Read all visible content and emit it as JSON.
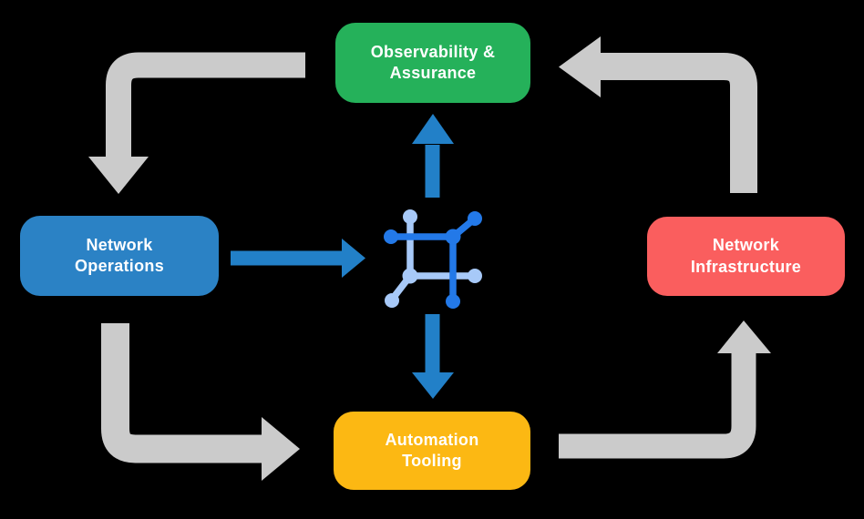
{
  "diagram": {
    "nodes": {
      "observability": {
        "label": "Observability &\nAssurance",
        "color": "#25B15A"
      },
      "operations": {
        "label": "Network\nOperations",
        "color": "#2B82C5"
      },
      "infrastructure": {
        "label": "Network\nInfrastructure",
        "color": "#FA5E5E"
      },
      "automation": {
        "label": "Automation\nTooling",
        "color": "#FCB813"
      }
    },
    "colors": {
      "background": "#000000",
      "cycle_arrow": "#CBCBCB",
      "flow_arrow": "#2280C8",
      "icon_dark_blue": "#2379E8",
      "icon_light_blue": "#A7C9F8",
      "label_text": "#FFFFFF"
    },
    "icons": {
      "center": "network-mesh-icon"
    },
    "flows": {
      "cycle": [
        "Observability & Assurance -> Network Operations",
        "Network Operations -> Automation Tooling",
        "Automation Tooling -> Network Infrastructure",
        "Network Infrastructure -> Observability & Assurance"
      ],
      "hub": [
        "Network Operations -> center icon",
        "center icon -> Observability & Assurance",
        "center icon -> Automation Tooling"
      ]
    }
  }
}
